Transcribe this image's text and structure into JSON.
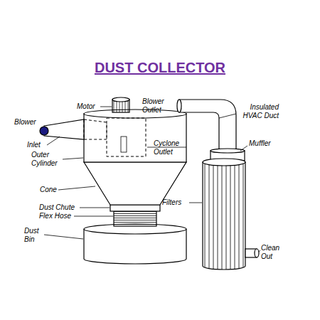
{
  "diagram": {
    "title": "DUST COLLECTOR",
    "labels": [
      "Motor",
      "Blower Outlet",
      "Insulated HVAC Duct",
      "Blower",
      "Muffler",
      "Inlet",
      "Outer Cylinder",
      "Cyclone Outlet",
      "Cone",
      "Filters",
      "Dust Chute",
      "Flex Hose",
      "Dust Bin",
      "Clean Out"
    ]
  }
}
